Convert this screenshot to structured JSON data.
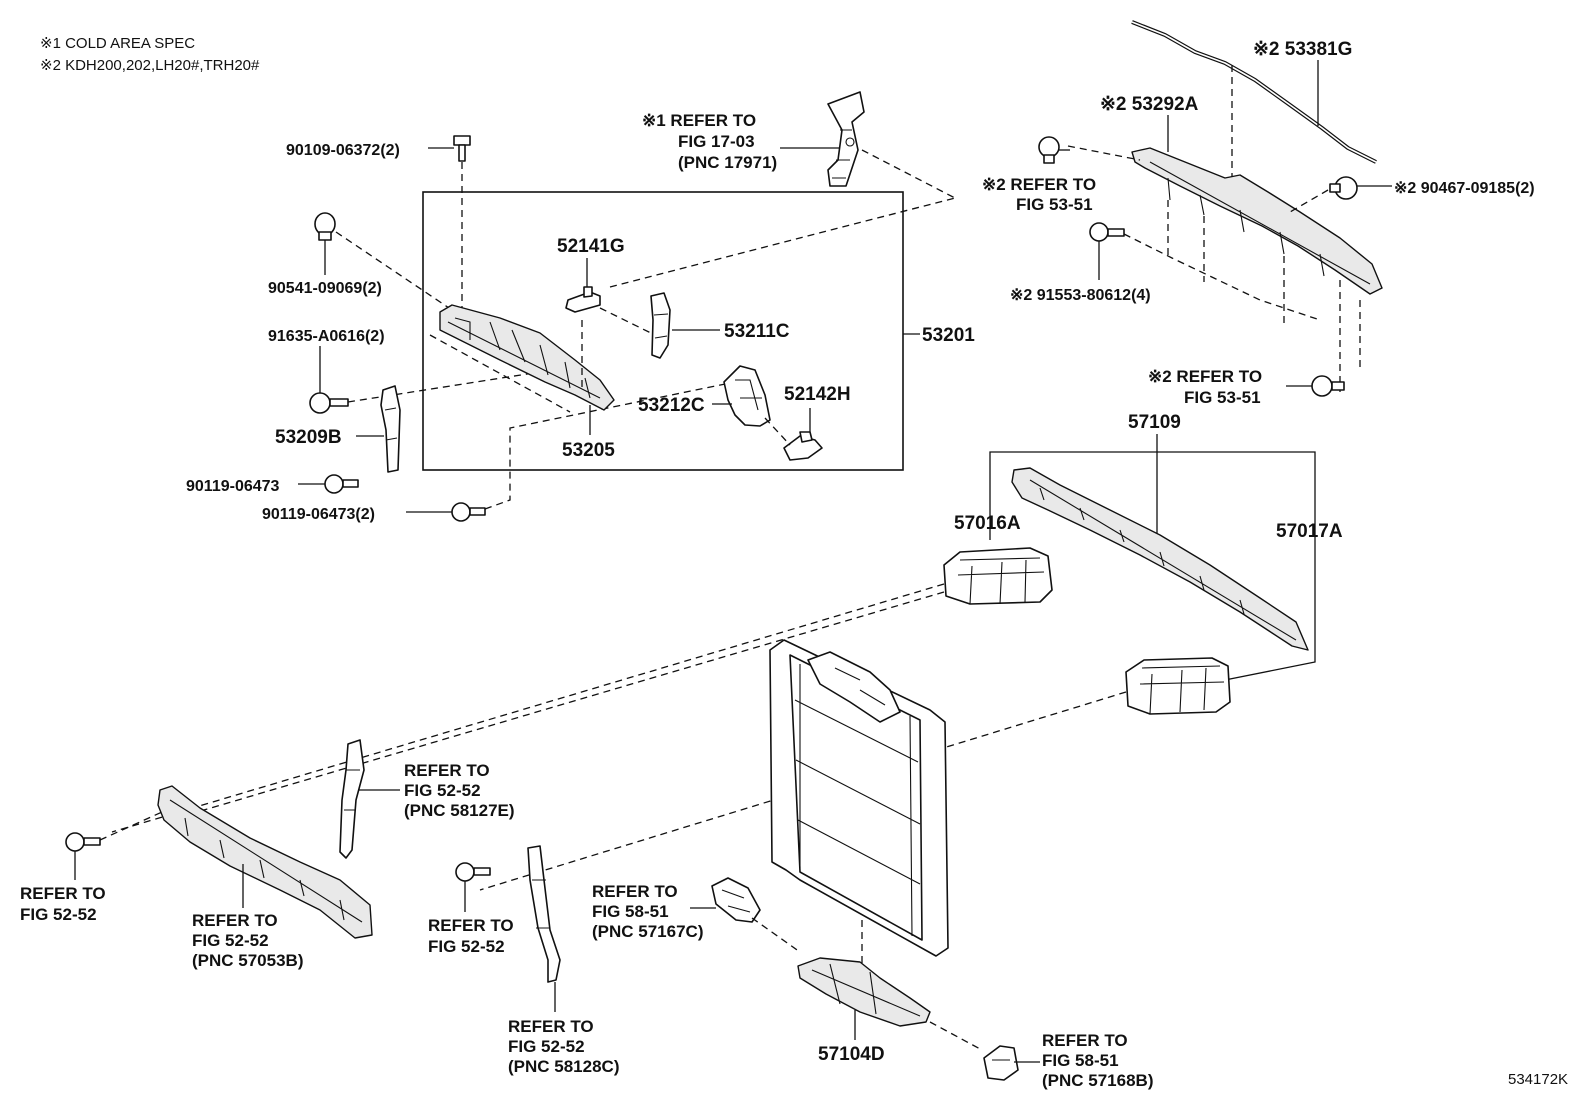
{
  "notes": {
    "note1": "※1  COLD AREA SPEC",
    "note2": "※2  KDH200,202,LH20#,TRH20#"
  },
  "labels": {
    "p90109": "90109-06372(2)",
    "p90541": "90541-09069(2)",
    "p91635": "91635-A0616(2)",
    "p53209B": "53209B",
    "p90119a": "90119-06473",
    "p90119b": "90119-06473(2)",
    "p52141G": "52141G",
    "p53211C": "53211C",
    "p53201": "53201",
    "p53212C": "53212C",
    "p52142H": "52142H",
    "p53205": "53205",
    "p53381G": "※2 53381G",
    "p53292A": "※2 53292A",
    "p90467": "※2 90467-09185(2)",
    "p91553": "※2 91553-80612(4)",
    "p57109": "57109",
    "p57016A": "57016A",
    "p57017A": "57017A",
    "p57104D": "57104D",
    "figcode": "534172K"
  },
  "refs": {
    "r1": [
      "※1 REFER TO",
      "FIG 17-03",
      "(PNC 17971)"
    ],
    "r2": [
      "※2 REFER TO",
      "FIG 53-51"
    ],
    "r3": [
      "※2 REFER TO",
      "FIG 53-51"
    ],
    "r4": [
      "REFER TO",
      "FIG 52-52",
      "(PNC 58127E)"
    ],
    "r5": [
      "REFER TO",
      "FIG 52-52"
    ],
    "r6": [
      "REFER TO",
      "FIG 52-52",
      "(PNC 57053B)"
    ],
    "r7": [
      "REFER TO",
      "FIG 52-52"
    ],
    "r8": [
      "REFER TO",
      "FIG 58-51",
      "(PNC 57167C)"
    ],
    "r9": [
      "REFER TO",
      "FIG 52-52",
      "(PNC 58128C)"
    ],
    "r10": [
      "REFER TO",
      "FIG 58-51",
      "(PNC 57168B)"
    ]
  }
}
